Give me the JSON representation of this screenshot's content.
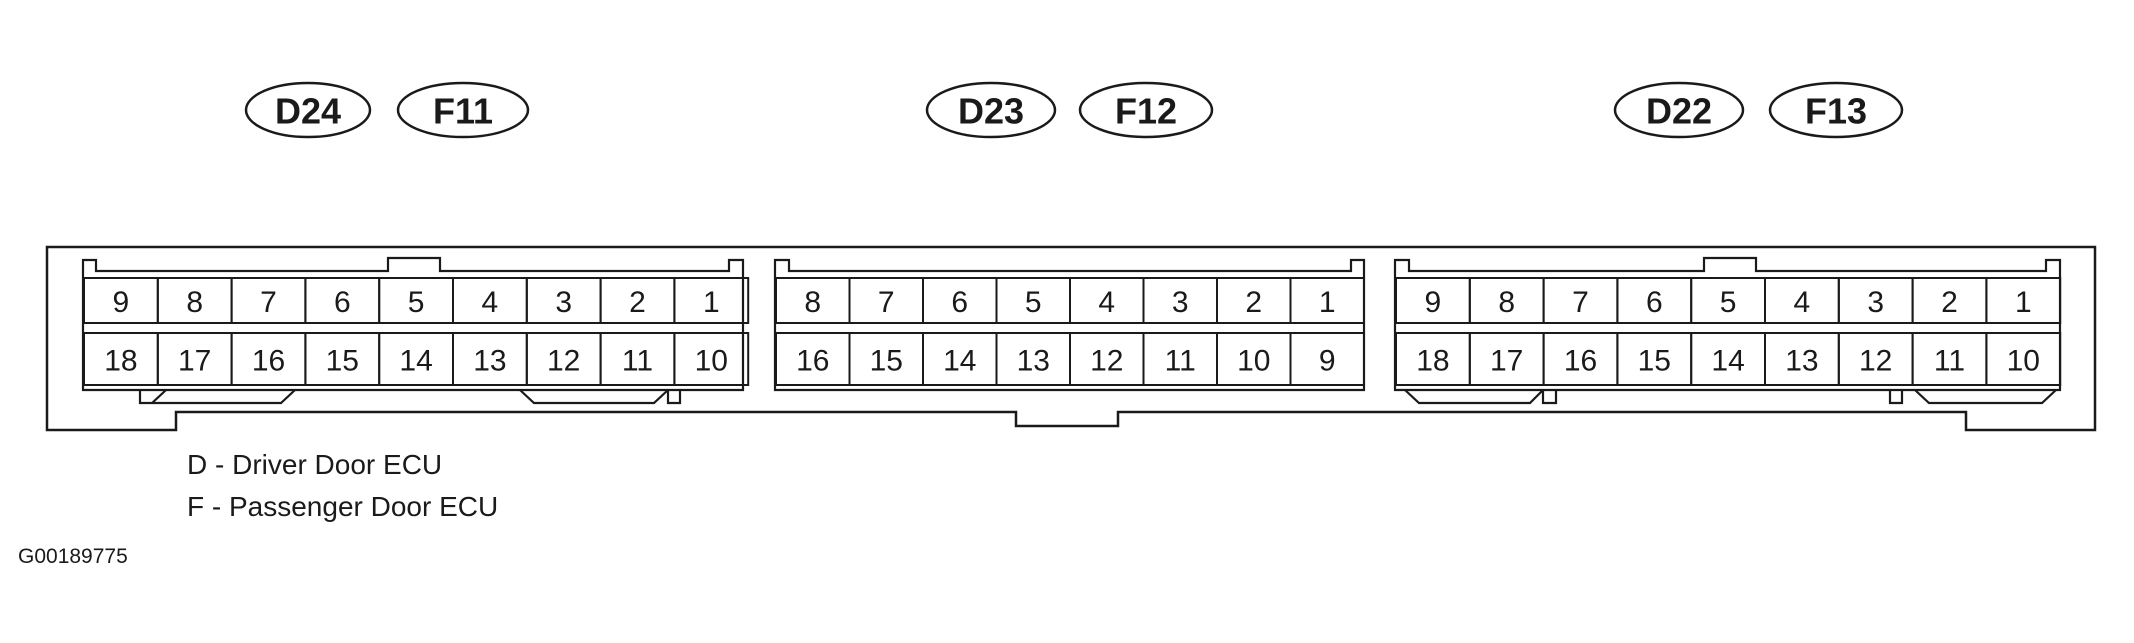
{
  "connectors": [
    {
      "labels": [
        "D24",
        "F11"
      ],
      "top_row": [
        "9",
        "8",
        "7",
        "6",
        "5",
        "4",
        "3",
        "2",
        "1"
      ],
      "bottom_row": [
        "18",
        "17",
        "16",
        "15",
        "14",
        "13",
        "12",
        "11",
        "10"
      ]
    },
    {
      "labels": [
        "D23",
        "F12"
      ],
      "top_row": [
        "8",
        "7",
        "6",
        "5",
        "4",
        "3",
        "2",
        "1"
      ],
      "bottom_row": [
        "16",
        "15",
        "14",
        "13",
        "12",
        "11",
        "10",
        "9"
      ]
    },
    {
      "labels": [
        "D22",
        "F13"
      ],
      "top_row": [
        "9",
        "8",
        "7",
        "6",
        "5",
        "4",
        "3",
        "2",
        "1"
      ],
      "bottom_row": [
        "18",
        "17",
        "16",
        "15",
        "14",
        "13",
        "12",
        "11",
        "10"
      ]
    }
  ],
  "legend": {
    "d": "D - Driver Door ECU",
    "f": "F - Passenger Door ECU"
  },
  "figure_id": "G00189775"
}
